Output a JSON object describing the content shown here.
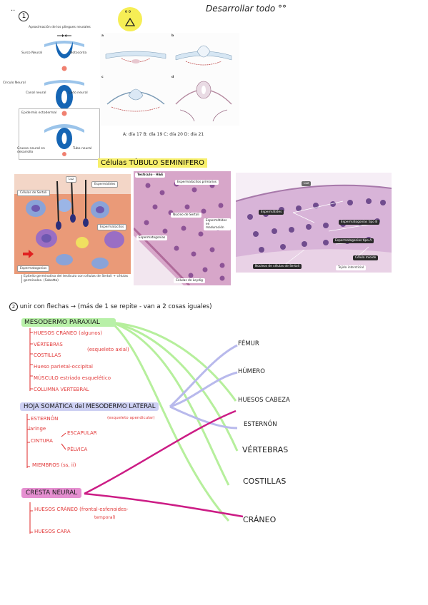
{
  "top": {
    "number_1": "1",
    "number_dots": "··",
    "face_marks": "°°",
    "title_right": "Desarrollar todo ",
    "title_faces": "°°",
    "embryo_captions": {
      "title": "Aproximación de los pliegues neurales",
      "surco": "Surco Neural",
      "notocorda": "Notocorda",
      "circulo": "Círculo Neural",
      "canal": "Canal neural",
      "lado": "Lado neural",
      "epidermis": "Epidermis ectodermal",
      "gruesa": "Grueso neural en desarrollo",
      "tubo": "Tubo neural"
    },
    "panels": {
      "a": "a",
      "b": "b",
      "c": "c",
      "d": "d"
    },
    "panel_caption": "A: día 17   B: día 19   C: día 20   D: día 21"
  },
  "seminifero": {
    "title": "Células TÚBULO SEMINIFERO",
    "diagram_caption": "Epitelio germinativo del testículo con células de Sertoli + células germinales. (Sobotta)",
    "diagram_labels": {
      "luz": "Luz",
      "espermatides": "Espermátides",
      "celula_sertoli": "Células de Sertoli",
      "espermatocitos": "Espermatocitos",
      "espermatogonias": "Espermatogonias"
    },
    "micro1_labels": {
      "title": "Testículo · H&E",
      "a": "Espermatocitos primarios",
      "b": "Núcleo de Sertoli",
      "c": "Espermátides en maduración",
      "d": "Espermatogonias",
      "e": "Células de Leydig"
    },
    "micro2_labels": {
      "luz": "Luz",
      "a": "Espermátides",
      "b": "Espermatogonias tipo B",
      "c": "Espermatogonias tipo A",
      "d": "Núcleos de células de Sertoli",
      "e": "Célula mioide",
      "f": "Tejido intersticial"
    }
  },
  "section2": {
    "number": "2",
    "instruction": "unir con flechas → (más de 1 se repite - van a 2 cosas iguales)",
    "groups": [
      {
        "label": "MESODERMO PARAXIAL",
        "items": [
          "HUESOS CRÁNEO (algunos)",
          "VÉRTEBRAS",
          "COSTILLAS",
          "Hueso parietal-occipital",
          "MÚSCULO estriado esquelético",
          "COLUMNA VERTEBRAL"
        ],
        "note": "(esqueleto axial)"
      },
      {
        "label": "HOJA SOMÁTICA del MESODERMO LATERAL",
        "note": "(esqueleto apendicular)",
        "items": [
          "ESTERNÓN",
          "laringe",
          "CINTURA",
          "MIEMBROS (ss, ii)"
        ],
        "sub_items": [
          "ESCAPULAR",
          "PÉLVICA"
        ]
      },
      {
        "label": "CRESTA NEURAL",
        "items": [
          "HUESOS CRÁNEO (frontal-esfenoides-",
          "HUESOS CARA"
        ],
        "item_cont": "temporal)"
      }
    ],
    "targets": [
      "FÉMUR",
      "HÚMERO",
      "HUESOS CABEZA",
      "ESTERNÓN",
      "VÉRTEBRAS",
      "COSTILLAS",
      "CRÁNEO"
    ],
    "colors": {
      "green": "#b6ef9c",
      "blue": "#b8b9ec",
      "pink": "#cc1c85",
      "red": "#e23b3b"
    }
  }
}
